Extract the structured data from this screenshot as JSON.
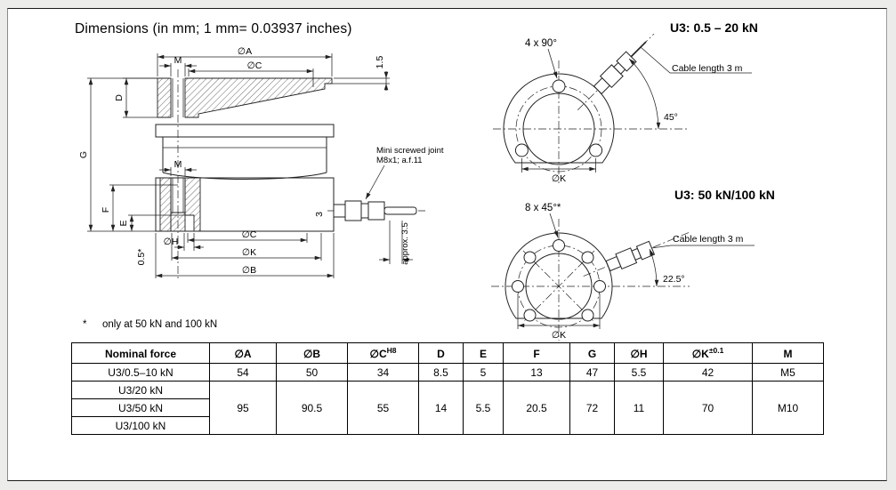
{
  "page": {
    "title": "Dimensions (in mm; 1 mm= 0.03937 inches)",
    "footnote_star": "*",
    "footnote": "only at 50 kN and 100 kN"
  },
  "left_drawing": {
    "dim_dia_a": "∅A",
    "dim_dia_c_top": "∅C",
    "dim_m_top": "M",
    "dim_1_5": "1.5",
    "dim_d": "D",
    "dim_g": "G",
    "dim_m_mid": "M",
    "dim_f": "F",
    "dim_e": "E",
    "dim_dia_h": "∅H",
    "dim_dia_c_bottom": "∅C",
    "dim_dia_k": "∅K",
    "dim_dia_b": "∅B",
    "dim_3": "3",
    "dim_approx_3_5": "approx. 3.5",
    "dim_0_5": "0.5*",
    "note_line1": "Mini screwed joint",
    "note_line2": "M8x1; a.f.11"
  },
  "view_top": {
    "heading": "U3: 0.5 – 20 kN",
    "holes_label": "4 x 90°",
    "cable_label": "Cable length 3 m",
    "angle_label": "45°",
    "dia_k": "∅K"
  },
  "view_bottom": {
    "heading": "U3: 50 kN/100 kN",
    "holes_label": "8 x 45°*",
    "cable_label": "Cable length 3 m",
    "angle_label": "22.5°",
    "dia_k": "∅K"
  },
  "table": {
    "headers": [
      {
        "text": "Nominal force",
        "sup": ""
      },
      {
        "text": "∅A",
        "sup": ""
      },
      {
        "text": "∅B",
        "sup": ""
      },
      {
        "text": "∅C",
        "sup": "H8"
      },
      {
        "text": "D",
        "sup": ""
      },
      {
        "text": "E",
        "sup": ""
      },
      {
        "text": "F",
        "sup": ""
      },
      {
        "text": "G",
        "sup": ""
      },
      {
        "text": "∅H",
        "sup": ""
      },
      {
        "text": "∅K",
        "sup": "±0.1"
      },
      {
        "text": "M",
        "sup": ""
      }
    ],
    "row1": {
      "name": "U3/0.5–10 kN",
      "values": [
        "54",
        "50",
        "34",
        "8.5",
        "5",
        "13",
        "47",
        "5.5",
        "42",
        "M5"
      ]
    },
    "row2_name": "U3/20 kN",
    "row3_name": "U3/50 kN",
    "row4_name": "U3/100 kN",
    "merged_values": [
      "95",
      "90.5",
      "55",
      "14",
      "5.5",
      "20.5",
      "72",
      "11",
      "70",
      "M10"
    ]
  }
}
